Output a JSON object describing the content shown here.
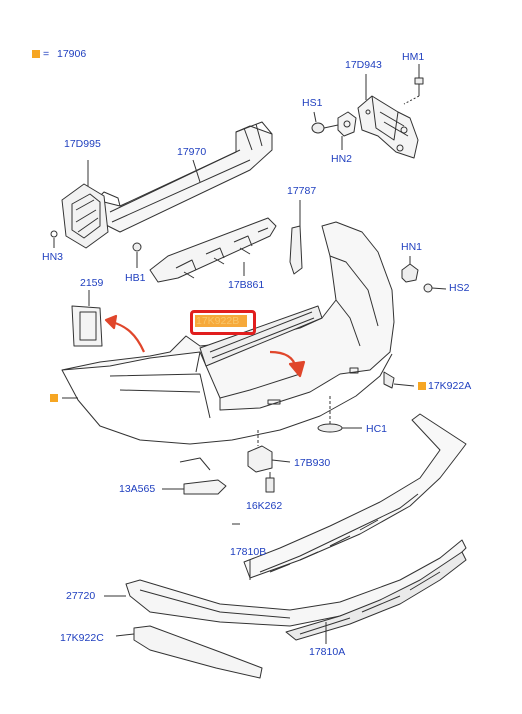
{
  "legend": {
    "marker_color": "#f6a623",
    "equals": "=",
    "code": "17906"
  },
  "colors": {
    "callout": "#1f3fbf",
    "highlight_border": "#e11e1e",
    "highlight_fill": "#f6a93b",
    "arrow": "#e0462b",
    "line": "#333333"
  },
  "callouts": {
    "c17D943": "17D943",
    "cHM1": "HM1",
    "cHS1": "HS1",
    "cHN2": "HN2",
    "c17D995": "17D995",
    "c17970": "17970",
    "c17787": "17787",
    "cHN3": "HN3",
    "cHB1": "HB1",
    "c17B861": "17B861",
    "cHN1": "HN1",
    "cHS2": "HS2",
    "c2159": "2159",
    "c17K922B": "17K922B",
    "c17K922A": "17K922A",
    "cHC1": "HC1",
    "c17B930": "17B930",
    "c13A565": "13A565",
    "c16K262": "16K262",
    "c17810B": "17810B",
    "c27720": "27720",
    "c17K922C": "17K922C",
    "c17810A": "17810A"
  }
}
